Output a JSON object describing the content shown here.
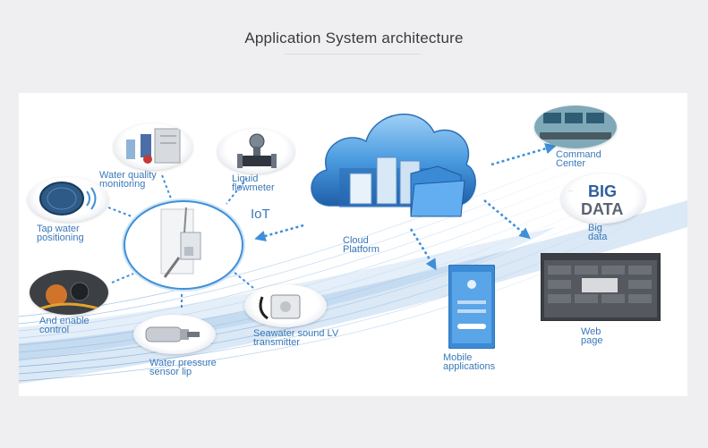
{
  "page": {
    "title": "Application System architecture"
  },
  "diagram": {
    "hub_label": "IoT",
    "cloud_label": "Cloud\nPlatform",
    "sensors": [
      {
        "key": "water_quality",
        "label": "Water quality\nmonitoring",
        "icon": "water-quality-analyzer-icon"
      },
      {
        "key": "flowmeter",
        "label": "Liquid\nflowmeter",
        "icon": "liquid-flowmeter-icon"
      },
      {
        "key": "tap_water",
        "label": "Tap water\npositioning",
        "icon": "manhole-cover-icon"
      },
      {
        "key": "enable_control",
        "label": "And enable\ncontrol",
        "icon": "valve-control-icon"
      },
      {
        "key": "pressure",
        "label": "Water pressure\nsensor lip",
        "icon": "pressure-sensor-icon"
      },
      {
        "key": "seawater",
        "label": "Seawater sound LV\ntransmitter",
        "icon": "level-transmitter-icon"
      }
    ],
    "outputs": [
      {
        "key": "command",
        "label": "Command\nCenter",
        "icon": "control-room-icon"
      },
      {
        "key": "bigdata",
        "label": "Big\ndata",
        "icon": "big-data-word-cloud-icon",
        "art_text": [
          "BIG",
          "DATA"
        ]
      },
      {
        "key": "mobile",
        "label": "Mobile\napplications",
        "icon": "mobile-phone-icon"
      },
      {
        "key": "web",
        "label": "Web\npage",
        "icon": "web-dashboard-icon"
      }
    ]
  },
  "colors": {
    "label": "#3a78b8",
    "arrow": "#3f8fd8",
    "cloud": "#4a9be0",
    "hub_ring": "#3f8fd8"
  }
}
